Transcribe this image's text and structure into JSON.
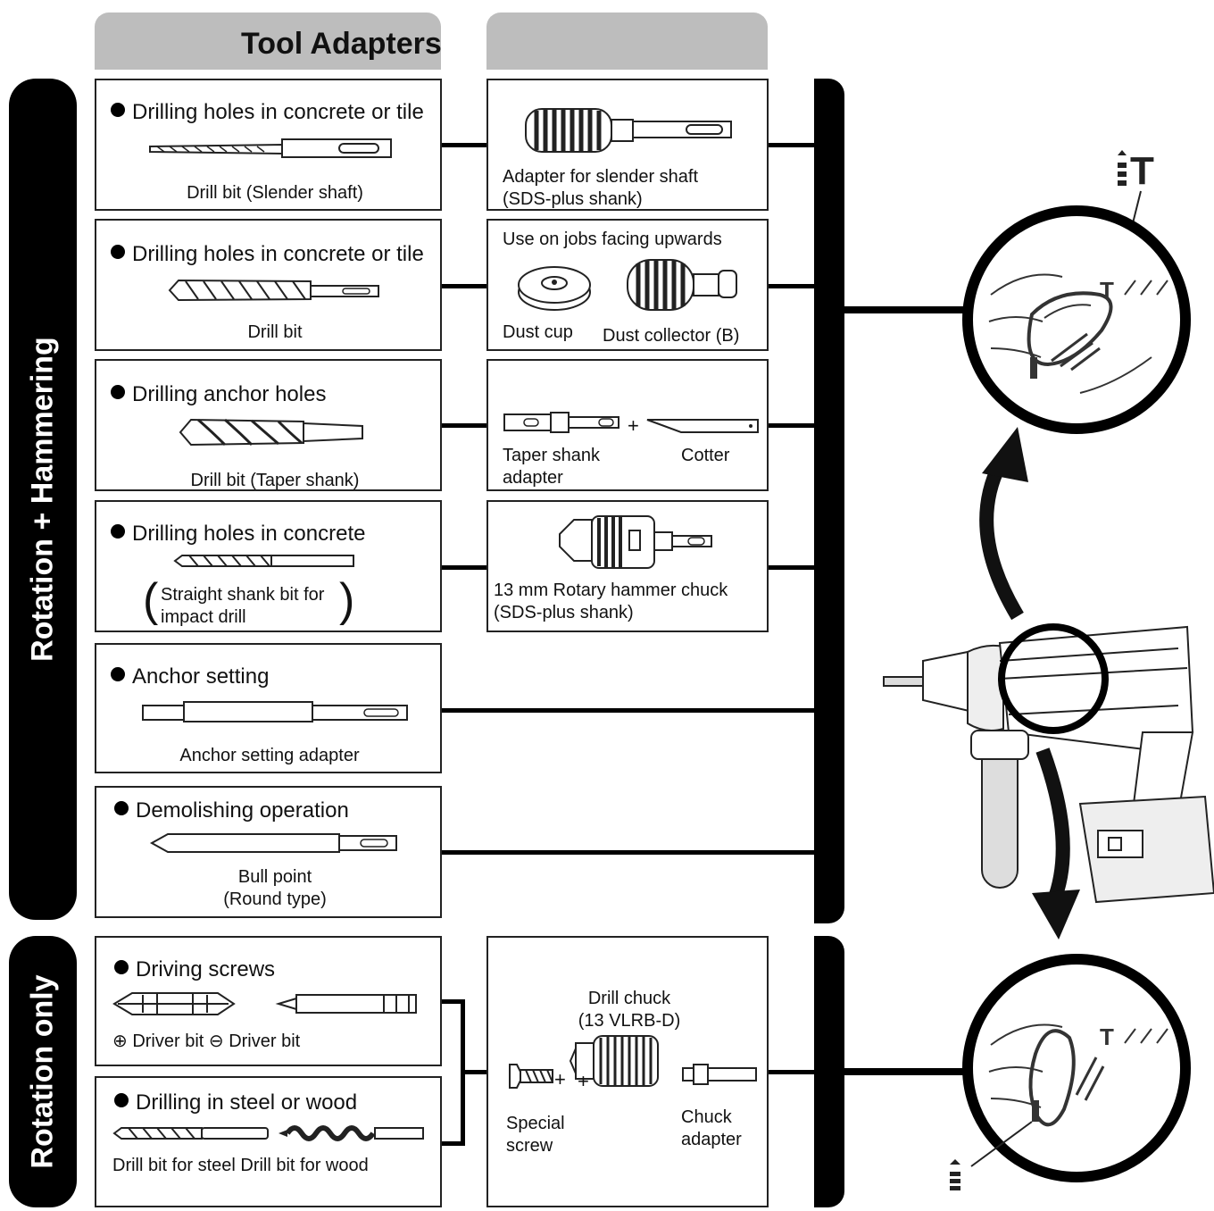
{
  "title": "Tool Adapters",
  "sections": {
    "rotation_hammering": "Rotation + Hammering",
    "rotation_only": "Rotation only"
  },
  "rows": [
    {
      "heading": "Drilling holes in concrete or tile",
      "tool": "Drill bit (Slender shaft)",
      "adapter": "Adapter for slender shaft\n(SDS-plus shank)"
    },
    {
      "heading": "Drilling holes in concrete or tile",
      "tool": "Drill bit",
      "adapter_note": "Use on jobs facing upwards",
      "adapter_a": "Dust cup",
      "adapter_b": "Dust collector (B)"
    },
    {
      "heading": "Drilling anchor holes",
      "tool": "Drill bit (Taper shank)",
      "adapter_a": "Taper shank\nadapter",
      "plus": "+",
      "adapter_b": "Cotter"
    },
    {
      "heading": "Drilling holes in concrete",
      "tool": "Straight shank bit for\nimpact drill",
      "adapter": "13 mm Rotary hammer chuck\n(SDS-plus shank)"
    },
    {
      "heading": "Anchor setting",
      "tool": "Anchor setting adapter"
    },
    {
      "heading": "Demolishing operation",
      "tool": "Bull point\n(Round type)"
    },
    {
      "heading": "Driving screws",
      "tool": "⊕ Driver bit ⊖ Driver bit"
    },
    {
      "heading": "Drilling in steel or wood",
      "tool": "Drill bit for steel Drill bit for wood"
    }
  ],
  "chuck_set": {
    "title": "Drill chuck\n(13 VLRB-D)",
    "left": "Special\nscrew",
    "right": "Chuck\nadapter",
    "plus": "+"
  },
  "mode_symbol": "T"
}
